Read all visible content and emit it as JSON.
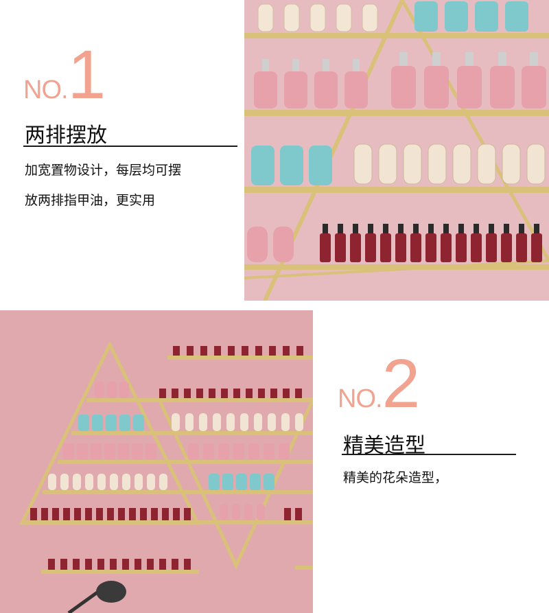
{
  "section1": {
    "no_prefix": "NO.",
    "no_number": "1",
    "title": "两排摆放",
    "desc_line1": "加宽置物设计，每层均可摆",
    "desc_line2": "放两排指甲油，更实用"
  },
  "section2": {
    "no_prefix": "NO.",
    "no_number": "2",
    "title": "精美造型",
    "desc": "精美的花朵造型，"
  },
  "colors": {
    "accent": "#f1a38f",
    "wall_pink": "#e7bcc0",
    "gold": "#d9c17a",
    "bottle_red": "#8d2430",
    "bottle_pink": "#e7a1aa",
    "bottle_blue": "#7fc9cc"
  }
}
